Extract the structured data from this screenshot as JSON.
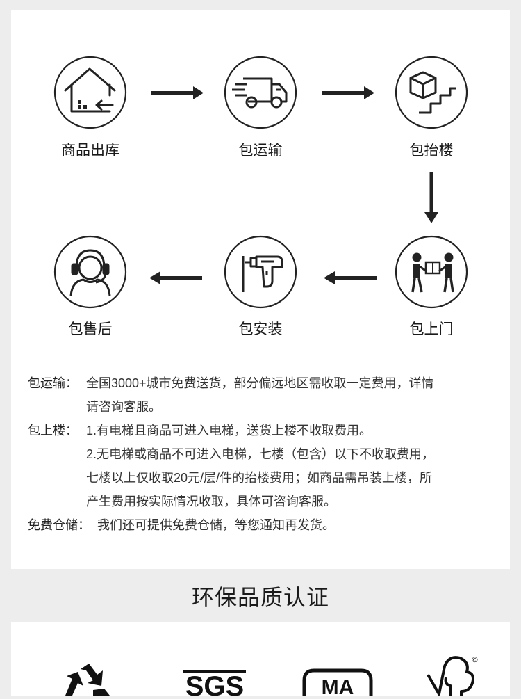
{
  "steps": [
    {
      "label": "商品出库",
      "icon": "house-outbound-icon"
    },
    {
      "label": "包运输",
      "icon": "delivery-truck-icon"
    },
    {
      "label": "包抬楼",
      "icon": "box-stairs-icon"
    },
    {
      "label": "包上门",
      "icon": "package-handover-icon"
    },
    {
      "label": "包安装",
      "icon": "power-drill-icon"
    },
    {
      "label": "包售后",
      "icon": "headset-agent-icon"
    }
  ],
  "notes": [
    {
      "key": "包运输：",
      "lines": [
        "全国3000+城市免费送货，部分偏远地区需收取一定费用，详情",
        "请咨询客服。"
      ]
    },
    {
      "key": "包上楼：",
      "lines": [
        "1.有电梯且商品可进入电梯，送货上楼不收取费用。",
        "2.无电梯或商品不可进入电梯，七楼（包含）以下不收取费用，",
        "七楼以上仅收取20元/层/件的抬楼费用；如商品需吊装上楼，所",
        "产生费用按实际情况收取，具体可咨询客服。"
      ]
    },
    {
      "key": "免费仓储：",
      "lines": [
        "我们还可提供免费仓储，等您通知再发货。"
      ]
    }
  ],
  "certification": {
    "title": "环保品质认证",
    "logos": [
      {
        "icon": "recycle-icon"
      },
      {
        "icon": "sgs-logo-icon",
        "text": "SGS"
      },
      {
        "icon": "cma-logo-icon",
        "text": "MA"
      },
      {
        "icon": "fsc-tree-icon",
        "text": "©"
      }
    ]
  }
}
